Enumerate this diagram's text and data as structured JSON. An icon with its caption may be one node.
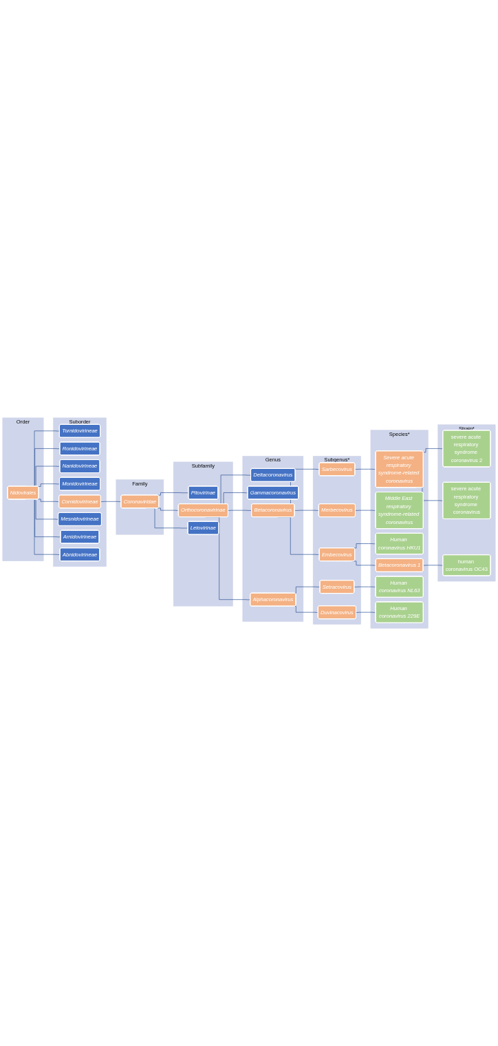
{
  "diagram": {
    "nodes": [
      {
        "text": [
          "Order"
        ]
      },
      {
        "text": [
          "Nidovirales"
        ],
        "in": 0
      },
      {
        "text": [
          "Suborder"
        ]
      },
      {
        "text": [
          "Tornidovirineae"
        ],
        "in": 2
      },
      {
        "text": [
          "Ronidovirineae"
        ],
        "in": 2
      },
      {
        "text": [
          "Nanidovirineae"
        ],
        "in": 2
      },
      {
        "text": [
          "Monidovirineae"
        ],
        "in": 2
      },
      {
        "text": [
          "Cornidovirineae"
        ],
        "in": 2
      },
      {
        "text": [
          "Mesnidovirineae"
        ],
        "in": 2
      },
      {
        "text": [
          "Arnidovirineae"
        ],
        "in": 2
      },
      {
        "text": [
          "Abnidovirineae"
        ],
        "in": 2
      },
      {
        "text": [
          "Family"
        ]
      },
      {
        "text": [
          "Coronaviridae"
        ],
        "in": 11
      },
      {
        "text": [
          "Subfamily"
        ]
      },
      {
        "text": [
          "Pitovirinae"
        ],
        "in": 13
      },
      {
        "text": [
          "Orthocoronavirinae"
        ],
        "in": 13
      },
      {
        "text": [
          "Letovirinae"
        ],
        "in": 13
      },
      {
        "text": [
          "Genus"
        ]
      },
      {
        "text": [
          "Deltacoronavirus"
        ],
        "in": 17
      },
      {
        "text": [
          "Gammacoronavirus"
        ],
        "in": 17
      },
      {
        "text": [
          "Betacoronavirus"
        ],
        "in": 17
      },
      {
        "text": [
          "Alphacoronavirus"
        ],
        "in": 17
      },
      {
        "text": [
          "Subgenus*"
        ]
      },
      {
        "text": [
          "Sarbecovirus"
        ],
        "in": 22
      },
      {
        "text": [
          "Merbecovirus"
        ],
        "in": 22
      },
      {
        "text": [
          "Embecovirus"
        ],
        "in": 22
      },
      {
        "text": [
          "Setracovirus"
        ],
        "in": 22
      },
      {
        "text": [
          "Duvinacovirus"
        ],
        "in": 22
      },
      {
        "text": [
          "Species*"
        ]
      },
      {
        "text": [
          "Severe acute respiratory syndrome-related coronavirus"
        ],
        "in": 28
      },
      {
        "text": [
          "Middle East respiratory syndrome-related coronavirus"
        ],
        "in": 28
      },
      {
        "text": [
          "Human coronavirus HKU1"
        ],
        "in": 28
      },
      {
        "text": [
          "Betacoronavirus 1"
        ],
        "in": 28
      },
      {
        "text": [
          "Human coronavirus NL63"
        ],
        "in": 28
      },
      {
        "text": [
          "Human coronavirus 229E"
        ],
        "in": 28
      },
      {
        "text": [
          "Strain*"
        ]
      },
      {
        "text": [
          "severe acute respiratory syndrome coronavirus 2"
        ],
        "in": 35
      },
      {
        "text": [
          "severe acute respiratory syndrome coronavirus"
        ],
        "in": 35
      },
      {
        "text": [
          "human coronavirus OC43"
        ],
        "in": 35
      }
    ],
    "edges": [
      {
        "from": 1,
        "to": 3,
        "arrow": "none"
      },
      {
        "from": 1,
        "to": 4,
        "arrow": "none"
      },
      {
        "from": 1,
        "to": 5,
        "arrow": "none"
      },
      {
        "from": 1,
        "to": 6,
        "arrow": "none"
      },
      {
        "from": 1,
        "to": 7,
        "arrow": "none"
      },
      {
        "from": 1,
        "to": 8,
        "arrow": "none"
      },
      {
        "from": 1,
        "to": 9,
        "arrow": "none"
      },
      {
        "from": 1,
        "to": 10,
        "arrow": "none"
      },
      {
        "from": 7,
        "to": 12,
        "arrow": "none"
      },
      {
        "from": 12,
        "to": 14,
        "arrow": "none"
      },
      {
        "from": 12,
        "to": 15,
        "arrow": "none"
      },
      {
        "from": 12,
        "to": 16,
        "arrow": "none"
      },
      {
        "from": 15,
        "to": 18,
        "arrow": "none"
      },
      {
        "from": 15,
        "to": 19,
        "arrow": "none"
      },
      {
        "from": 15,
        "to": 20,
        "arrow": "none"
      },
      {
        "from": 15,
        "to": 21,
        "arrow": "none"
      },
      {
        "from": 20,
        "to": 23,
        "arrow": "none"
      },
      {
        "from": 20,
        "to": 24,
        "arrow": "none"
      },
      {
        "from": 20,
        "to": 25,
        "arrow": "none"
      },
      {
        "from": 21,
        "to": 26,
        "arrow": "none"
      },
      {
        "from": 21,
        "to": 27,
        "arrow": "none"
      },
      {
        "from": 23,
        "to": 29,
        "arrow": "none"
      },
      {
        "from": 24,
        "to": 30,
        "arrow": "none"
      },
      {
        "from": 25,
        "to": 31,
        "arrow": "none"
      },
      {
        "from": 25,
        "to": 32,
        "arrow": "none"
      },
      {
        "from": 26,
        "to": 33,
        "arrow": "none"
      },
      {
        "from": 27,
        "to": 34,
        "arrow": "none"
      },
      {
        "from": 29,
        "to": 36,
        "arrow": "none"
      },
      {
        "from": 29,
        "to": 37,
        "arrow": "none"
      },
      {
        "from": 32,
        "to": 38,
        "arrow": "none"
      }
    ]
  }
}
